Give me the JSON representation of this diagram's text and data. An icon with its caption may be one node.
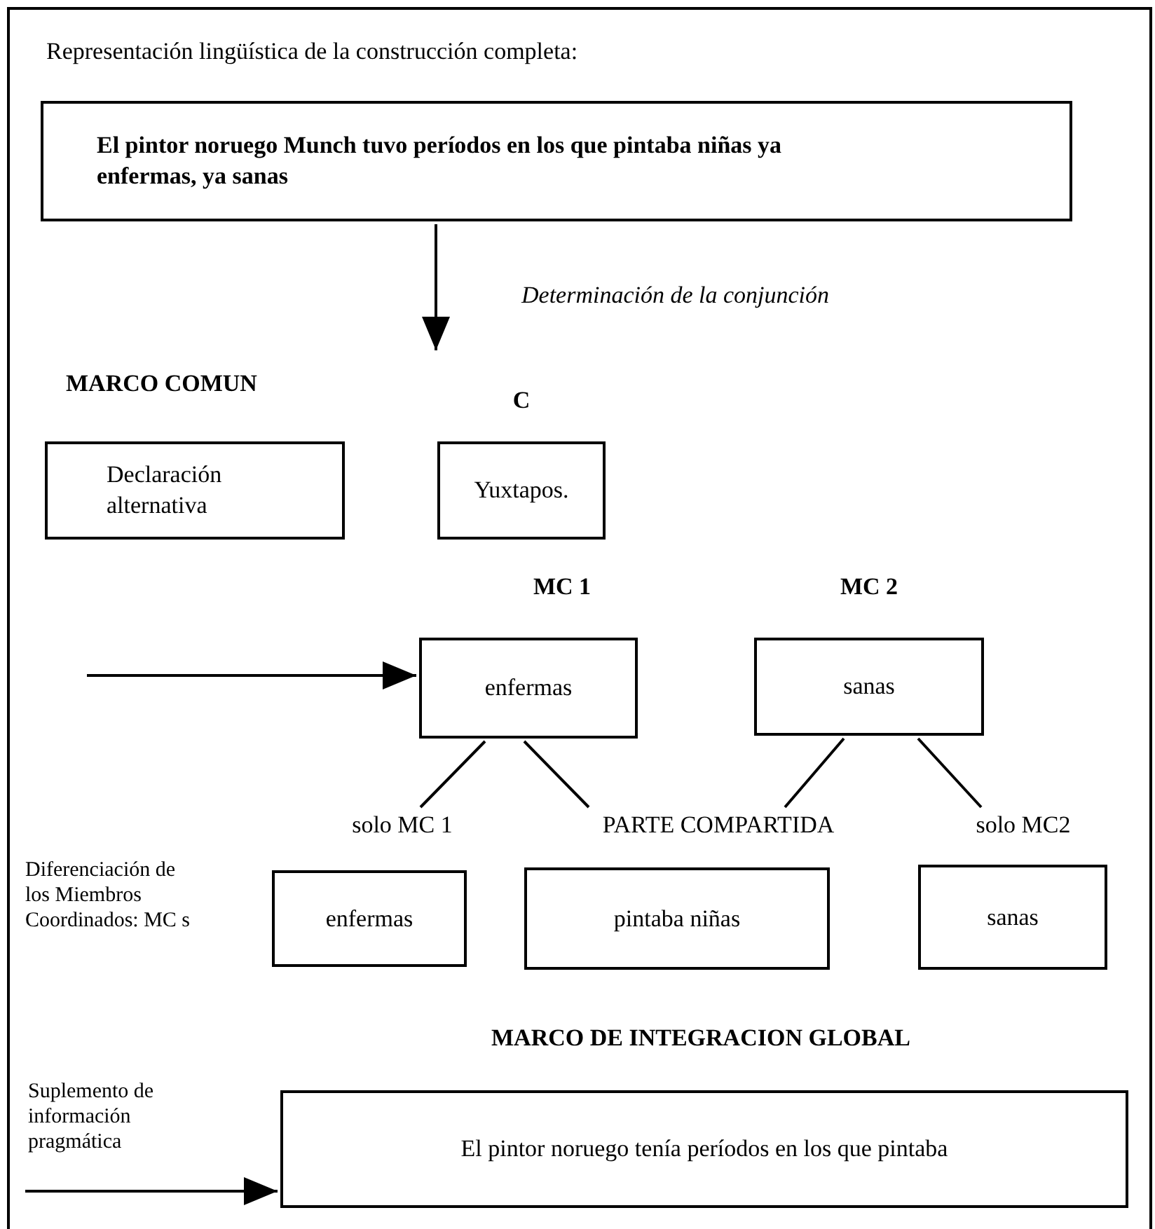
{
  "diagram": {
    "nodes": [
      {
        "text": [
          "El pintor noruego Munch tuvo períodos en los que pintaba niñas ya enfermas, ya sanas"
        ]
      },
      {
        "text": [
          "Declaración alternativa"
        ]
      },
      {
        "text": [
          "C",
          "Yuxtapos."
        ]
      },
      {
        "text": [
          "MC 1",
          "enfermas"
        ]
      },
      {
        "text": [
          "MC 2",
          "sanas"
        ]
      },
      {
        "text": [
          "solo MC 1",
          "enfermas"
        ]
      },
      {
        "text": [
          "PARTE COMPARTIDA",
          "pintaba niñas"
        ]
      },
      {
        "text": [
          "solo MC2",
          "sanas"
        ]
      },
      {
        "text": [
          "MARCO DE INTEGRACION GLOBAL",
          "El pintor noruego tenía períodos en los que pintaba"
        ]
      }
    ],
    "edges": [
      {
        "from": 0,
        "to": null,
        "arrow": "to",
        "label": "Determinación de la conjunción"
      },
      {
        "from": null,
        "to": 3,
        "arrow": "to"
      },
      {
        "from": 3,
        "to": 5,
        "arrow": "none"
      },
      {
        "from": 3,
        "to": 6,
        "arrow": "none"
      },
      {
        "from": 4,
        "to": 6,
        "arrow": "none"
      },
      {
        "from": 4,
        "to": 7,
        "arrow": "none"
      },
      {
        "from": null,
        "to": 8,
        "arrow": "to"
      }
    ],
    "labels": [
      "Representación lingüística de la construcción completa:",
      "MARCO COMUN",
      "Diferenciación de los Miembros Coordinados: MC s",
      "Suplemento de información pragmática"
    ]
  }
}
